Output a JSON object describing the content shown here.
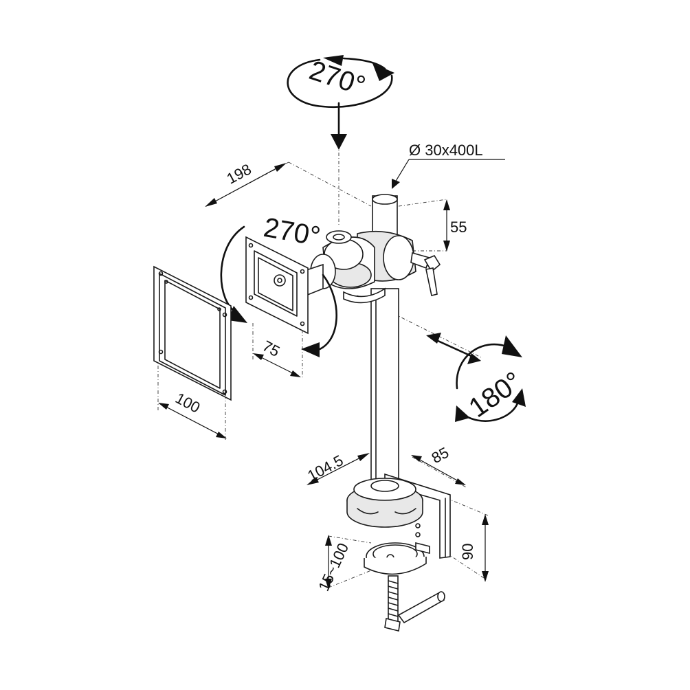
{
  "labels": {
    "pole_spec": "Ø 30x400L",
    "rot_top": "270°",
    "rot_tilt": "270°",
    "rot_swivel": "180°",
    "dim_198": "198",
    "dim_55": "55",
    "dim_75": "75",
    "dim_100": "100",
    "dim_104_5": "104.5",
    "dim_85": "85",
    "dim_90": "90",
    "dim_15_100": "15~100"
  },
  "colors": {
    "line": "#1a1a1a",
    "background": "#ffffff"
  }
}
